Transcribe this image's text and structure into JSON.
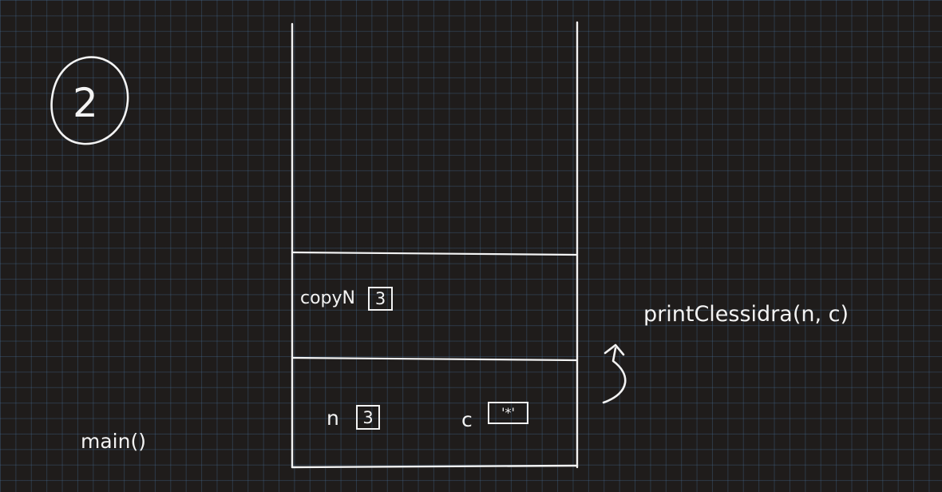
{
  "step_number": "2",
  "stack": {
    "top_frame": {
      "var_name": "copyN",
      "var_value": "3"
    },
    "bottom_frame": {
      "n_name": "n",
      "n_value": "3",
      "c_name": "c",
      "c_value": "'*'"
    }
  },
  "labels": {
    "top_frame_function": "printClessidra(n, c)",
    "bottom_frame_function": "main()"
  }
}
